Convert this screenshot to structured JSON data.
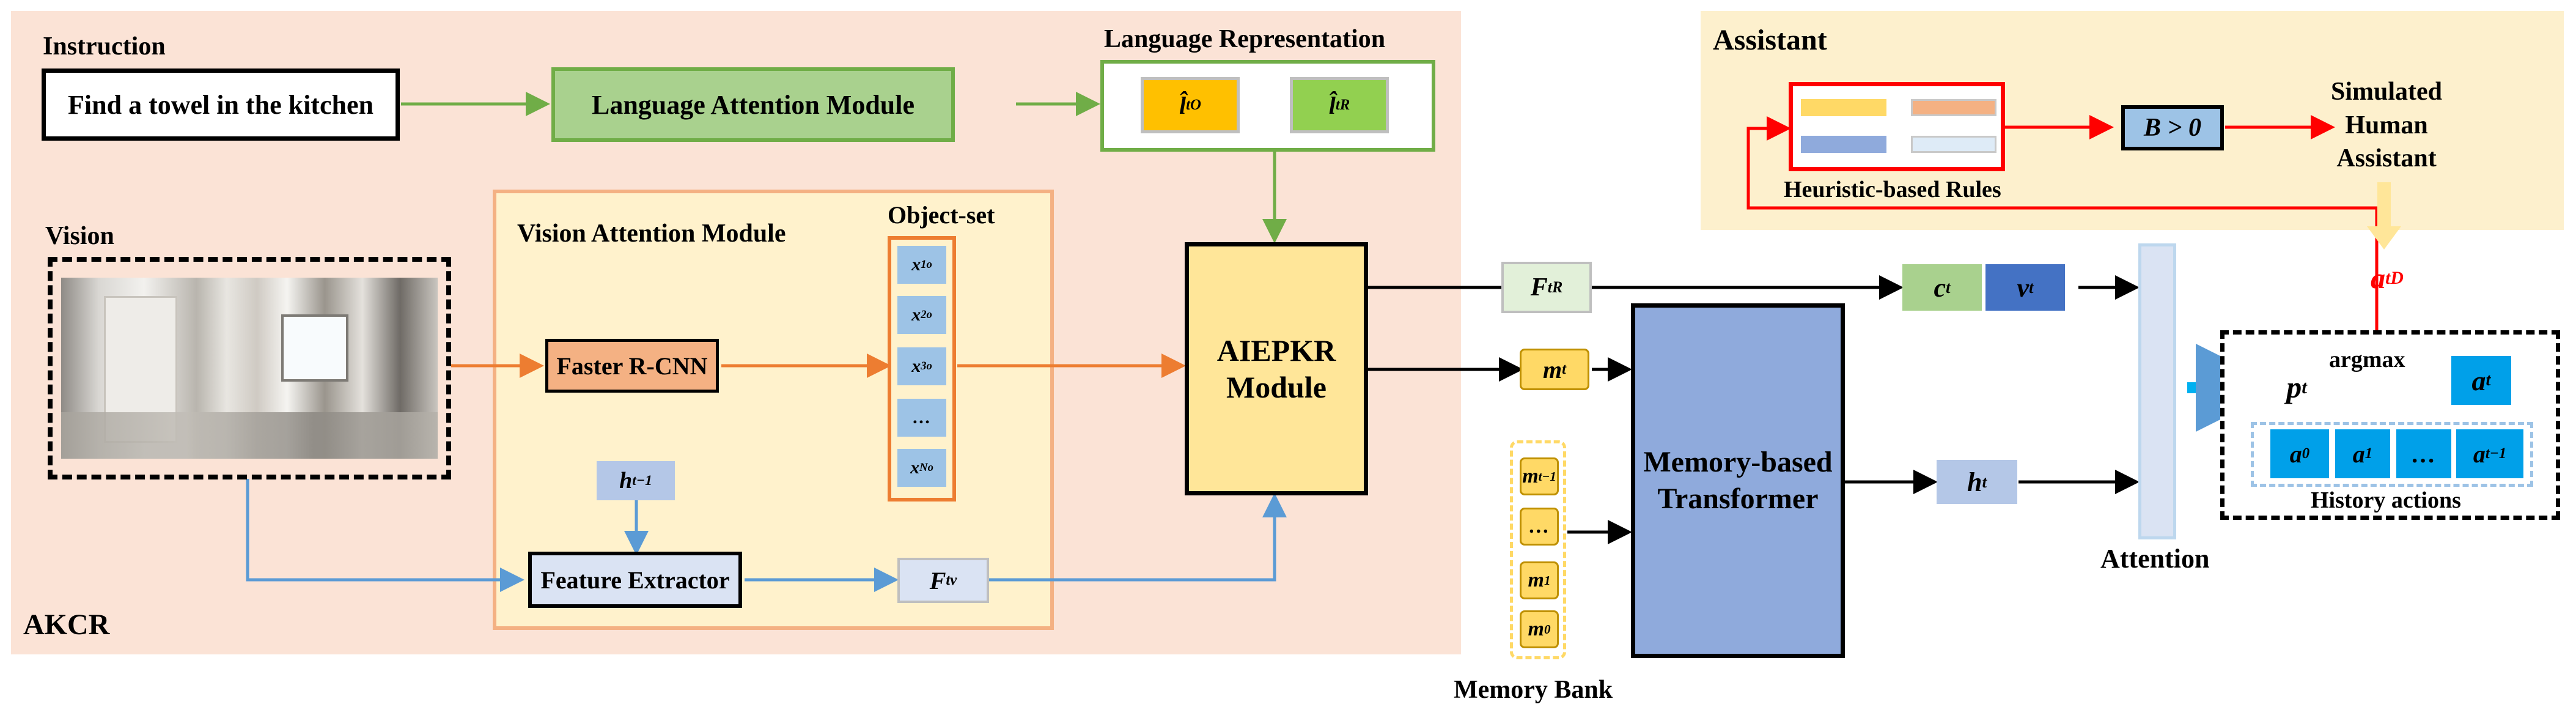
{
  "panels": {
    "akcr_label": "AKCR",
    "assistant_label": "Assistant"
  },
  "instruction": {
    "label": "Instruction",
    "text": "Find a towel in the kitchen"
  },
  "language_attention": "Language Attention Module",
  "language_representation": {
    "label": "Language Representation",
    "token_o": {
      "base": "l̂",
      "sub": "t",
      "sup": "O"
    },
    "token_r": {
      "base": "l̂",
      "sub": "t",
      "sup": "R"
    }
  },
  "vision": {
    "label": "Vision"
  },
  "vision_attention": {
    "label": "Vision Attention Module",
    "faster_rcnn": "Faster R-CNN",
    "object_set_label": "Object-set",
    "objects": [
      {
        "base": "x",
        "sub": "1",
        "sup": "o"
      },
      {
        "base": "x",
        "sub": "2",
        "sup": "o"
      },
      {
        "base": "x",
        "sub": "3",
        "sup": "o"
      },
      {
        "base": "…",
        "sub": "",
        "sup": ""
      },
      {
        "base": "x",
        "sub": "N",
        "sup": "o"
      }
    ],
    "h_prev": {
      "base": "h",
      "sub": "t−1"
    },
    "feature_extractor": "Feature Extractor",
    "f_v": {
      "base": "F",
      "sub": "t",
      "sup": "v"
    }
  },
  "aiepkr": {
    "line1": "AIEPKR",
    "line2": "Module"
  },
  "f_r": {
    "base": "F",
    "sub": "t",
    "sup": "R"
  },
  "m_t": {
    "base": "m",
    "sub": "t"
  },
  "memory_bank": {
    "label": "Memory Bank",
    "items": [
      {
        "base": "m",
        "sub": "t−1"
      },
      {
        "base": "…",
        "sub": ""
      },
      {
        "base": "m",
        "sub": "1"
      },
      {
        "base": "m",
        "sub": "0"
      }
    ]
  },
  "transformer": {
    "line1": "Memory-based",
    "line2": "Transformer"
  },
  "c_t": {
    "base": "c",
    "sub": "t"
  },
  "v_t": {
    "base": "v",
    "sub": "t"
  },
  "h_t": {
    "base": "h",
    "sub": "t"
  },
  "attention_label": "Attention",
  "assistant": {
    "rules_label": "Heuristic-based Rules",
    "condition": "B > 0",
    "simulated_line1": "Simulated Human",
    "simulated_line2": "Assistant",
    "a_d": {
      "base": "a",
      "sub": "t",
      "sup": "D"
    }
  },
  "output": {
    "p_t": {
      "base": "p",
      "sub": "t"
    },
    "argmax": "argmax",
    "a_t": {
      "base": "a",
      "sub": "t"
    },
    "history": [
      {
        "base": "a",
        "sub": "0"
      },
      {
        "base": "a",
        "sub": "1"
      },
      {
        "base": "…",
        "sub": ""
      },
      {
        "base": "a",
        "sub": "t−1"
      }
    ],
    "history_label": "History actions"
  },
  "colors": {
    "akcr_bg": "#fbe3d6",
    "assistant_bg": "#fdf0cd",
    "vision_module_bg": "#fff2cc",
    "vision_module_border": "#f4b183",
    "green_border": "#70ad47",
    "green_fill": "#a9d18e",
    "orange_fill": "#f4b183",
    "orange_line": "#ed7d31",
    "blue_line": "#5b9bd5",
    "object_fill": "#9dc3e6",
    "aiepkr_fill": "#ffe699",
    "transformer_fill": "#8faadc",
    "ct_fill": "#a9d18e",
    "vt_fill": "#4472c4",
    "attention_fill": "#dae3f3",
    "red": "#ff0000",
    "action_fill": "#00a0e9"
  }
}
